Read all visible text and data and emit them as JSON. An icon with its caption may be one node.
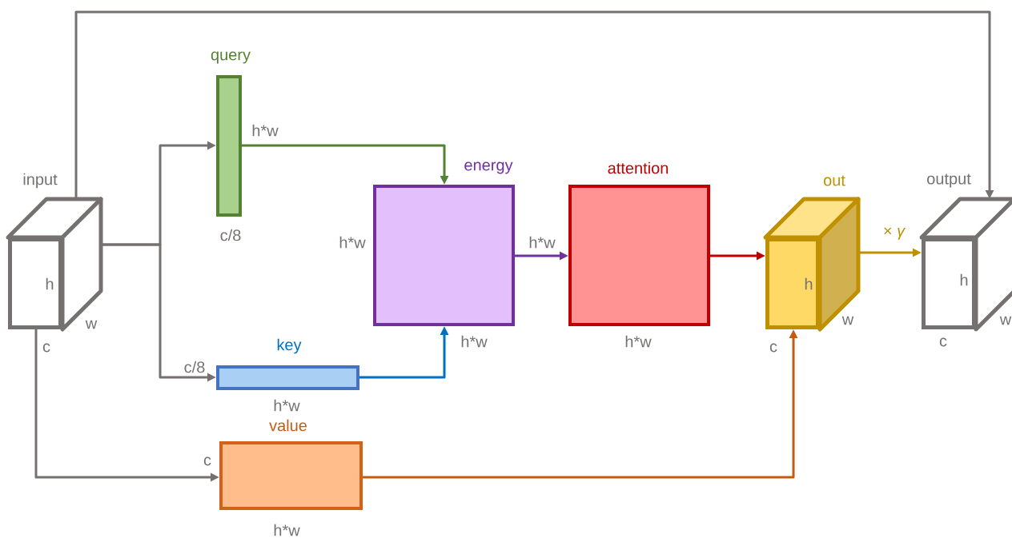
{
  "diagram": {
    "nodes": [
      {
        "text": [
          "input",
          "h",
          "w"
        ],
        "beside": [
          "c"
        ]
      },
      {
        "text": [
          "query"
        ],
        "beside": [
          "h*w",
          "c/8"
        ]
      },
      {
        "text": [
          "energy"
        ],
        "beside": [
          "h*w",
          "h*w"
        ]
      },
      {
        "text": [
          "attention"
        ],
        "beside": [
          "h*w"
        ]
      },
      {
        "text": [
          "key"
        ],
        "beside": [
          "c/8",
          "h*w"
        ]
      },
      {
        "text": [
          "value"
        ],
        "beside": [
          "c",
          "h*w"
        ]
      },
      {
        "text": [
          "out",
          "h",
          "w"
        ],
        "beside": [
          "c"
        ]
      },
      {
        "text": [
          "output",
          "h",
          "w"
        ],
        "beside": [
          "c"
        ]
      }
    ],
    "edges": [
      {
        "from": 0,
        "to": 1,
        "arrow": "to"
      },
      {
        "from": 0,
        "to": 4,
        "arrow": "to"
      },
      {
        "from": 0,
        "to": 5,
        "arrow": "to"
      },
      {
        "from": 0,
        "to": 7,
        "arrow": "to"
      },
      {
        "from": 1,
        "to": 2,
        "arrow": "to",
        "color": "#548235"
      },
      {
        "from": 4,
        "to": 2,
        "arrow": "to",
        "color": "#0070c0"
      },
      {
        "from": 2,
        "to": 3,
        "arrow": "to",
        "color": "#7030a0",
        "label": "h*w"
      },
      {
        "from": 3,
        "to": 6,
        "arrow": "to",
        "color": "#c00000"
      },
      {
        "from": 5,
        "to": 6,
        "arrow": "to",
        "color": "#c55a11"
      },
      {
        "from": 6,
        "to": 7,
        "arrow": "to",
        "color": "#bf9000",
        "label": "× *γ*"
      }
    ]
  }
}
